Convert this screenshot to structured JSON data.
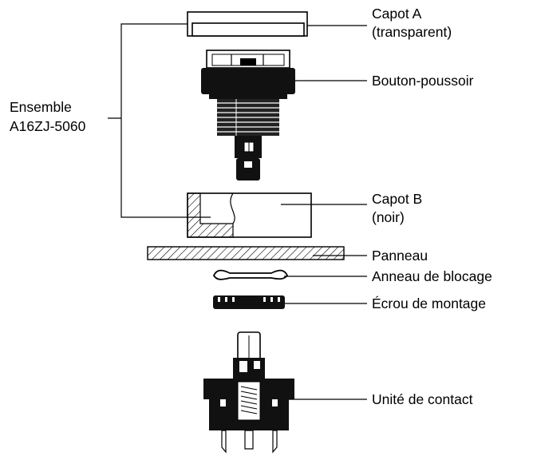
{
  "labels": {
    "capot_a_line1": "Capot A",
    "capot_a_line2": "(transparent)",
    "bouton": "Bouton-poussoir",
    "ensemble_line1": "Ensemble",
    "ensemble_line2": "A16ZJ-5060",
    "capot_b_line1": "Capot B",
    "capot_b_line2": "(noir)",
    "panneau": "Panneau",
    "anneau": "Anneau de blocage",
    "ecrou": "Écrou de montage",
    "unite": "Unité de contact"
  }
}
